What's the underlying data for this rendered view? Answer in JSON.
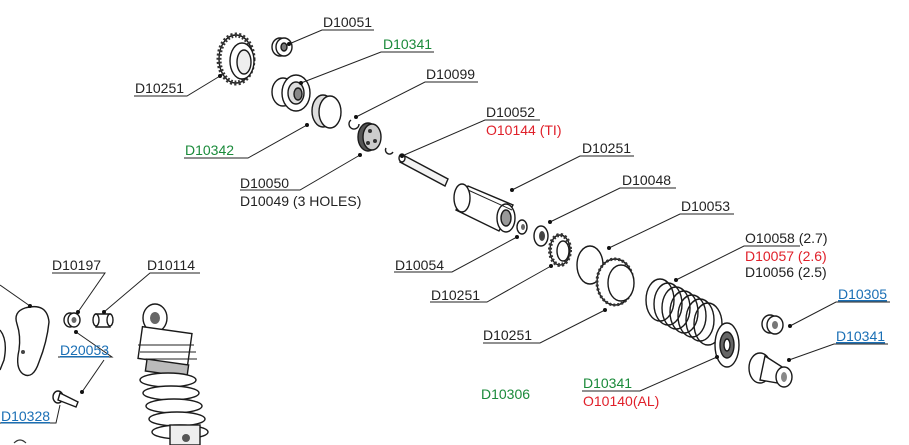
{
  "colors": {
    "black": "#222222",
    "green": "#1a8a3a",
    "red": "#e0202a",
    "blue": "#1a6fb5"
  },
  "labels": {
    "d10051": "D10051",
    "d10341_top": "D10341",
    "d10251_top": "D10251",
    "d10099": "D10099",
    "d10342": "D10342",
    "d10052": "D10052",
    "o10144": "O10144 (TI)",
    "d10251_mid": "D10251",
    "d10050": "D10050",
    "d10049": "D10049 (3 HOLES)",
    "d10048": "D10048",
    "d10053": "D10053",
    "d10054": "D10054",
    "o10058": "O10058 (2.7)",
    "d10057": "D10057 (2.6)",
    "d10056": "D10056 (2.5)",
    "d10251_low": "D10251",
    "d10251_bottom": "D10251",
    "d10305": "D10305",
    "d10341_right": "D10341",
    "d10197": "D10197",
    "d10114": "D10114",
    "d20053": "D20053",
    "d10306": "D10306",
    "d10341_bottom": "D10341",
    "o10140": "O10140(AL)",
    "d10328": "D10328"
  }
}
